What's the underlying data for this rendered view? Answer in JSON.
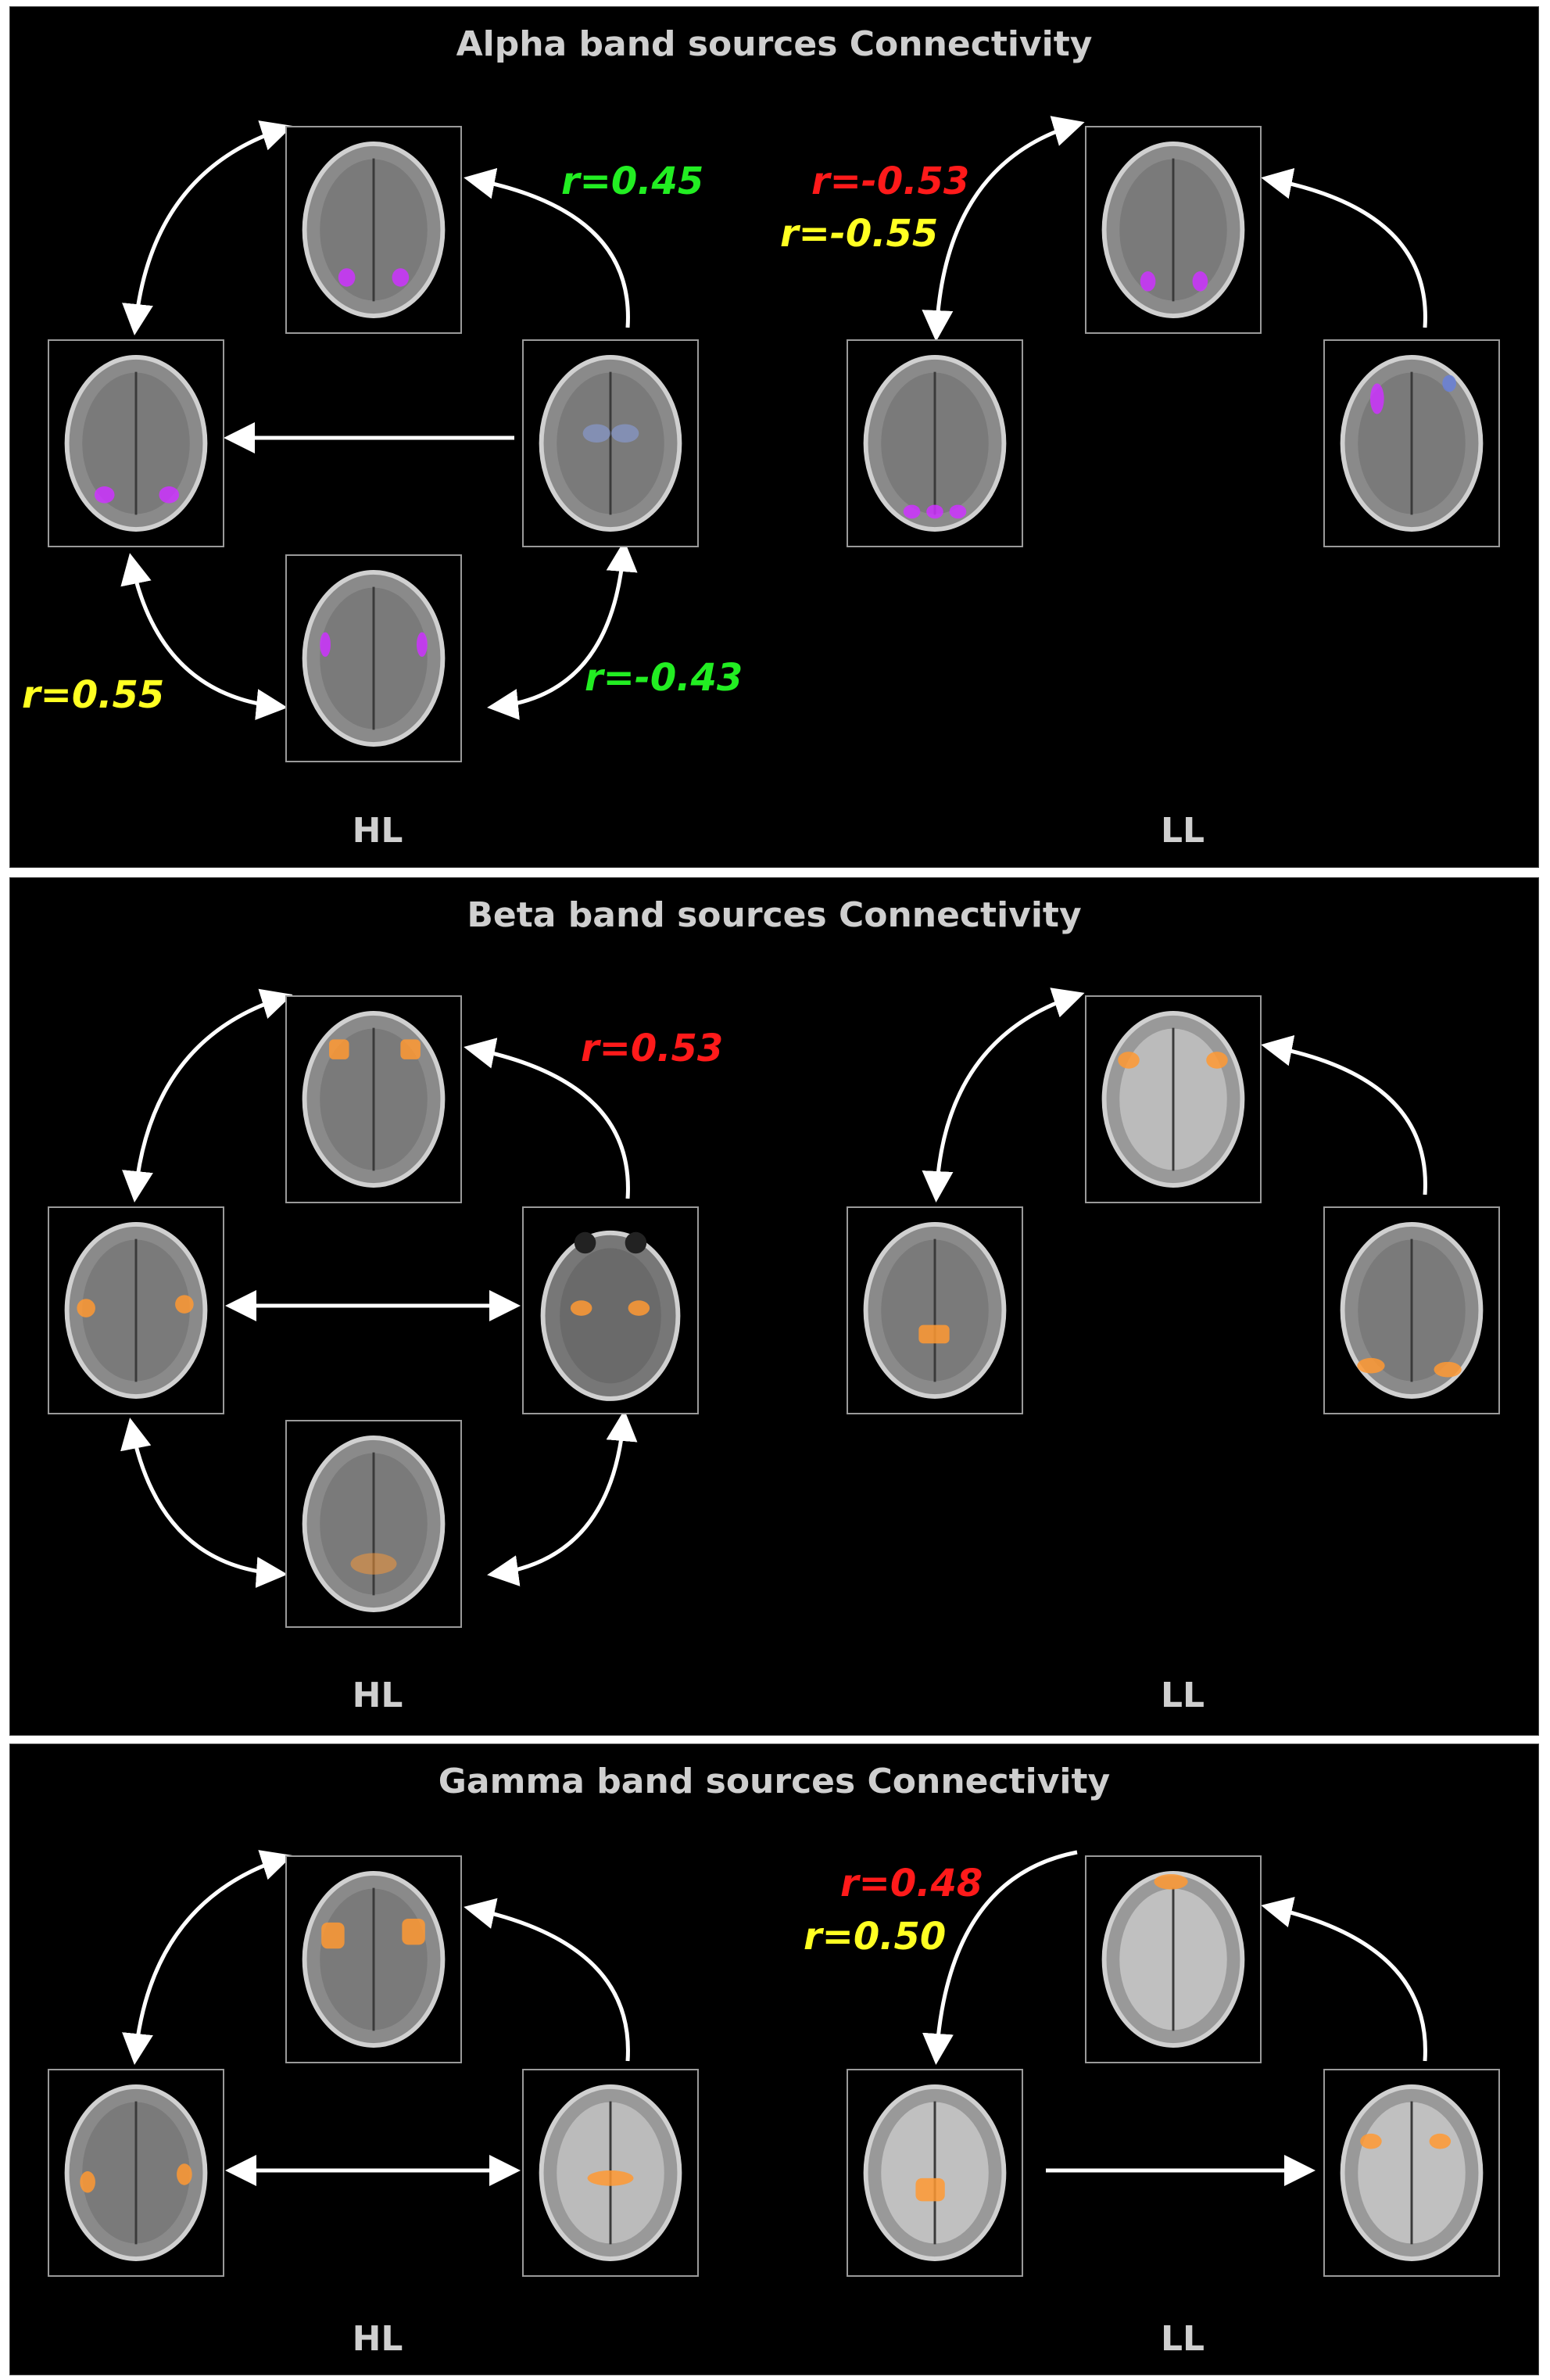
{
  "panels": [
    {
      "title": "Alpha band sources Connectivity",
      "hl_label": "HL",
      "ll_label": "LL",
      "correlations": [
        "r=0.45",
        "r=0.55",
        "r=-0.43",
        "r=-0.53",
        "r=-0.55"
      ]
    },
    {
      "title": "Beta band sources Connectivity",
      "hl_label": "HL",
      "ll_label": "LL",
      "correlations": [
        "r=0.53"
      ]
    },
    {
      "title": "Gamma band sources Connectivity",
      "hl_label": "HL",
      "ll_label": "LL",
      "correlations": [
        "r=0.48",
        "r=0.50"
      ]
    }
  ],
  "colors": {
    "green": "#22ee22",
    "yellow": "#ffff22",
    "red": "#ff1a1a",
    "alpha_activation": "#cc33ff",
    "beta_gamma_activation": "#ff9933"
  }
}
